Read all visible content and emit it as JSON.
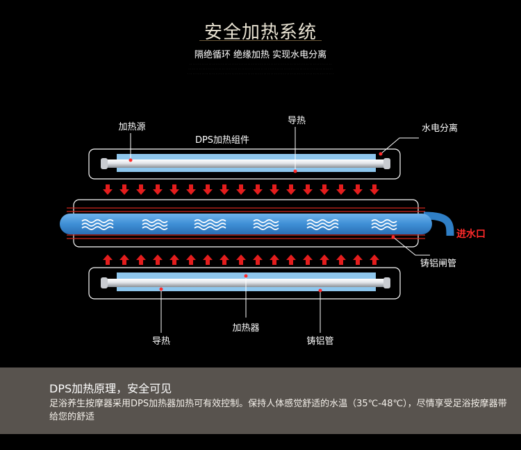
{
  "header": {
    "title": "安全加热系统",
    "subtitle": "隔绝循环 绝缘加热   实现水电分离"
  },
  "diagram": {
    "top_module_label": "DPS加热组件",
    "labels": {
      "heat_source": "加热源",
      "heat_conduct_top": "导热",
      "water_electric_separation": "水电分离",
      "water_inlet": "进水口",
      "cast_aluminum_gate": "铸铝闸管",
      "heater": "加热器",
      "heat_conduct_bottom": "导热",
      "cast_aluminum_tube": "铸铝管"
    },
    "colors": {
      "arrow": "#e41d1d",
      "water_pipe": "#3f8fd6",
      "heater_fill": "#8ec6ec",
      "outline": "#ffffff",
      "accent_red": "#ff2a2a"
    }
  },
  "bottom": {
    "heading": "DPS加热原理，安全可见",
    "text": "足浴养生按摩器采用DPS加热器加热可有效控制。保持人体感觉舒适的水温（35℃-48℃），尽情享受足浴按摩器带给您的舒适"
  }
}
